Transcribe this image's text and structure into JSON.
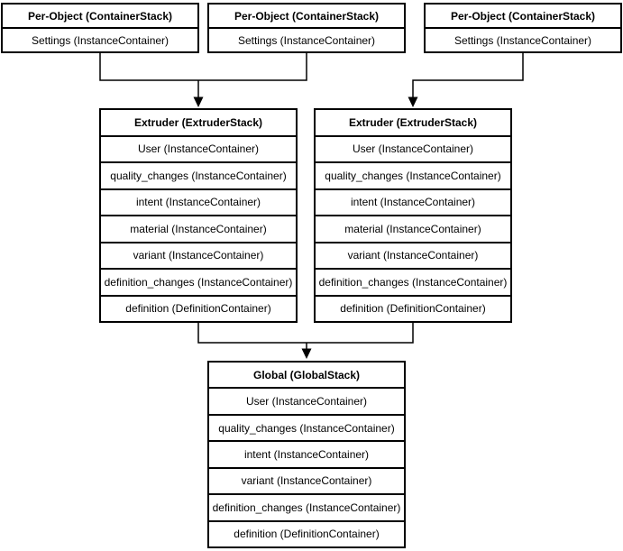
{
  "stacks": {
    "per_object_1": {
      "title": "Per-Object (ContainerStack)",
      "rows": [
        "Settings (InstanceContainer)"
      ]
    },
    "per_object_2": {
      "title": "Per-Object (ContainerStack)",
      "rows": [
        "Settings (InstanceContainer)"
      ]
    },
    "per_object_3": {
      "title": "Per-Object (ContainerStack)",
      "rows": [
        "Settings (InstanceContainer)"
      ]
    },
    "extruder_1": {
      "title": "Extruder (ExtruderStack)",
      "rows": [
        "User (InstanceContainer)",
        "quality_changes (InstanceContainer)",
        "intent (InstanceContainer)",
        "material (InstanceContainer)",
        "variant (InstanceContainer)",
        "definition_changes (InstanceContainer)",
        "definition (DefinitionContainer)"
      ]
    },
    "extruder_2": {
      "title": "Extruder (ExtruderStack)",
      "rows": [
        "User (InstanceContainer)",
        "quality_changes (InstanceContainer)",
        "intent (InstanceContainer)",
        "material (InstanceContainer)",
        "variant (InstanceContainer)",
        "definition_changes (InstanceContainer)",
        "definition (DefinitionContainer)"
      ]
    },
    "global": {
      "title": "Global (GlobalStack)",
      "rows": [
        "User (InstanceContainer)",
        "quality_changes (InstanceContainer)",
        "intent (InstanceContainer)",
        "variant (InstanceContainer)",
        "definition_changes (InstanceContainer)",
        "definition (DefinitionContainer)"
      ]
    }
  },
  "edges": [
    {
      "from": "per_object_1",
      "to": "extruder_1"
    },
    {
      "from": "per_object_2",
      "to": "extruder_1"
    },
    {
      "from": "per_object_3",
      "to": "extruder_2"
    },
    {
      "from": "extruder_1",
      "to": "global"
    },
    {
      "from": "extruder_2",
      "to": "global"
    }
  ],
  "colors": {
    "border": "#000000",
    "background": "#ffffff",
    "text": "#000000"
  }
}
